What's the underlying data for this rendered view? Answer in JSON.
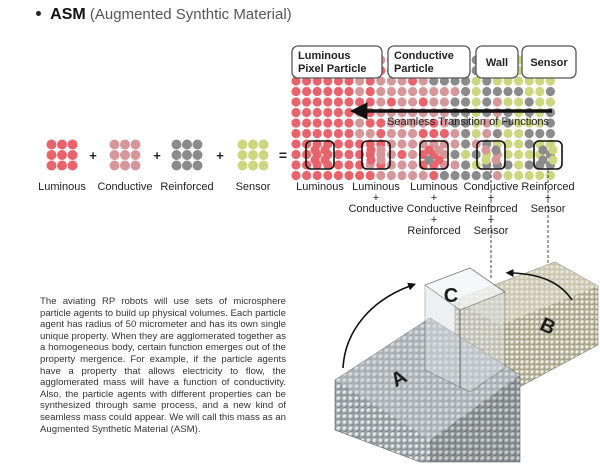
{
  "header": {
    "title_main": "ASM",
    "title_sub": "(Augmented Synthtic Material)"
  },
  "colors": {
    "luminous": "#e8636b",
    "conductive": "#d59799",
    "reinforced": "#8b8b8b",
    "sensor": "#cbd77f"
  },
  "particles": [
    {
      "label": "Luminous",
      "color_key": "luminous"
    },
    {
      "label": "Conductive",
      "color_key": "conductive"
    },
    {
      "label": "Reinforced",
      "color_key": "reinforced"
    },
    {
      "label": "Sensor",
      "color_key": "sensor"
    }
  ],
  "operators": {
    "plus": "+",
    "equals": "="
  },
  "zones": [
    {
      "label": "Luminous Pixel Particle"
    },
    {
      "label": "Conductive Particle"
    },
    {
      "label": "Wall"
    },
    {
      "label": "Sensor"
    }
  ],
  "arrow_label": "Seamless Transition of Functions",
  "combos": [
    {
      "lines": [
        "Luminous"
      ]
    },
    {
      "lines": [
        "Luminous",
        "+",
        "Conductive"
      ]
    },
    {
      "lines": [
        "Luminous",
        "+",
        "Conductive",
        "+",
        "Reinforced"
      ]
    },
    {
      "lines": [
        "Conductive",
        "+",
        "Reinforced",
        "+",
        "Sensor"
      ]
    },
    {
      "lines": [
        "Reinforced",
        "+",
        "Sensor"
      ]
    }
  ],
  "illustration": {
    "block_labels": [
      "A",
      "B",
      "C"
    ]
  },
  "body_text": "The aviating RP robots will use sets of microsphere particle agents to build up physical volumes. Each particle agent has radius of 50 micrometer and has its own single unique property. When they are agglomerated together as a homogeneous body, certain function emerges out of the property mergence. For example, if the particle agents have a property that allows electricity to flow, the agglomerated mass will have a function of conductivity. Also, the particle agents with different properties can be synthesized through same process, and a new kind of seamless mass could appear. We will call this mass as an Augmented Synthetic Material (ASM)."
}
